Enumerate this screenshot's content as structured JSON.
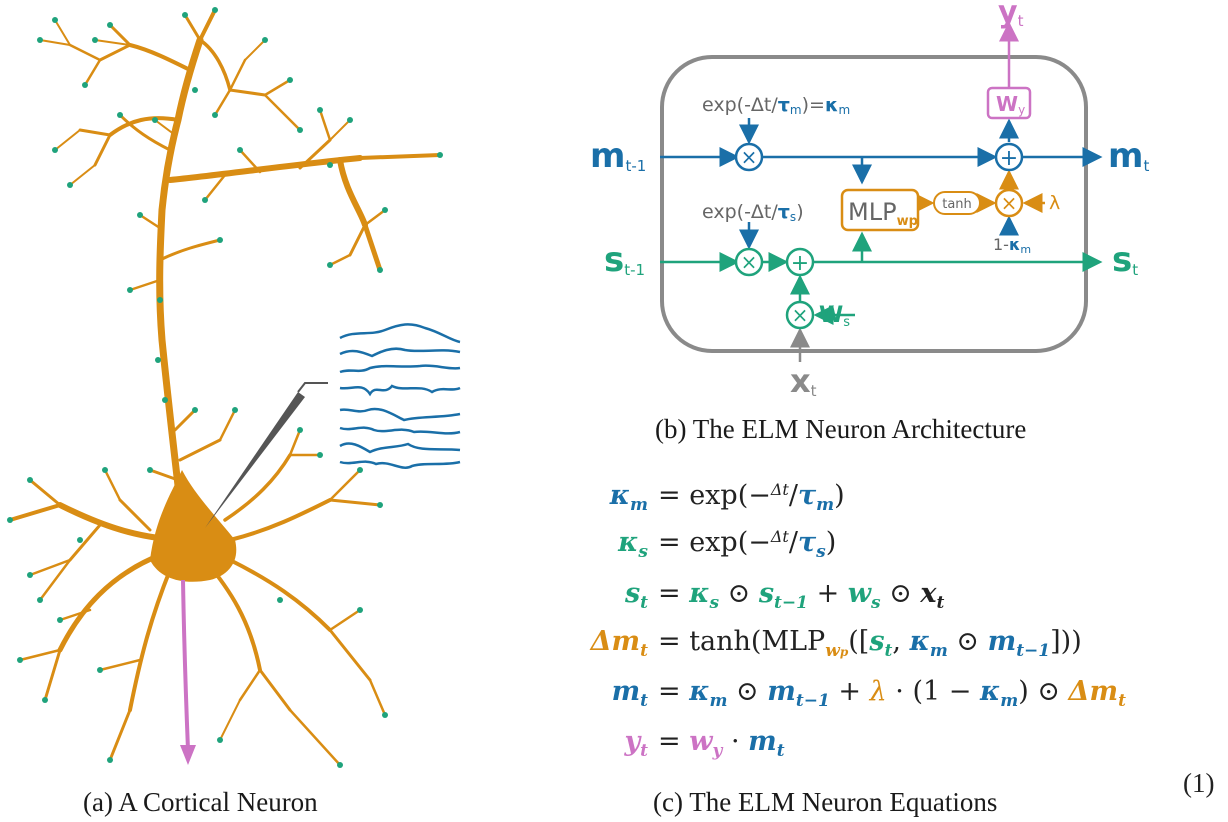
{
  "captions": {
    "a": "(a) A Cortical Neuron",
    "b": "(b) The ELM Neuron Architecture",
    "c": "(c) The ELM Neuron Equations",
    "eq_number": "(1)"
  },
  "diagram": {
    "m_prev": "m",
    "m_prev_sub": "t-1",
    "m_next": "m",
    "m_next_sub": "t",
    "s_prev": "s",
    "s_prev_sub": "t-1",
    "s_next": "s",
    "s_next_sub": "t",
    "x": "x",
    "x_sub": "t",
    "y": "y",
    "y_sub": "t",
    "exp_m": "exp(-Δt/",
    "tau_m": "τ",
    "tau_m_sub": "m",
    "exp_m_close": ")=",
    "kappa_m": "κ",
    "kappa_m_sub": "m",
    "exp_s": "exp(-Δt/",
    "tau_s": "τ",
    "tau_s_sub": "s",
    "exp_s_close": ")",
    "mlp": "MLP",
    "mlp_sub": "wp",
    "tanh": "tanh",
    "lambda": "λ",
    "one_minus": "1-",
    "one_minus_kappa": "κ",
    "one_minus_sub": "m",
    "wy": "W",
    "wy_sub": "y",
    "ws": "W",
    "ws_sub": "s",
    "times": "×",
    "plus": "+"
  },
  "colors": {
    "blue": "#1a6fa8",
    "green": "#1fa37c",
    "orange": "#d98d14",
    "pink": "#cc73c4",
    "gray": "#8a8a8a",
    "neuron": "#d98d14",
    "spine": "#1fa37c",
    "axon": "#cc73c4"
  }
}
